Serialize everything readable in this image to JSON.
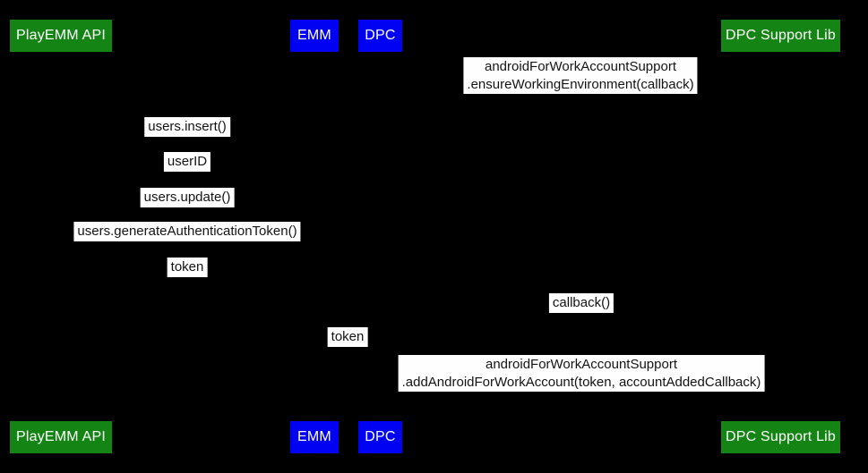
{
  "colors": {
    "background": "#000000",
    "actor_green": "#148414",
    "actor_blue": "#0202f2",
    "actor_text": "#ffffff",
    "label_bg": "#fefefe",
    "label_text": "#141414"
  },
  "actors": [
    {
      "label": "PlayEMM API",
      "color": "green"
    },
    {
      "label": "EMM",
      "color": "blue"
    },
    {
      "label": "DPC",
      "color": "blue"
    },
    {
      "label": "DPC Support Lib",
      "color": "green"
    }
  ],
  "messages": [
    {
      "lines": [
        "androidForWorkAccountSupport",
        ".ensureWorkingEnvironment(callback)"
      ]
    },
    {
      "lines": [
        "users.insert()"
      ]
    },
    {
      "lines": [
        "userID"
      ]
    },
    {
      "lines": [
        "users.update()"
      ]
    },
    {
      "lines": [
        "users.generateAuthenticationToken()"
      ]
    },
    {
      "lines": [
        "token"
      ]
    },
    {
      "lines": [
        "callback()"
      ]
    },
    {
      "lines": [
        "token"
      ]
    },
    {
      "lines": [
        "androidForWorkAccountSupport",
        ".addAndroidForWorkAccount(token, accountAddedCallback)"
      ]
    }
  ]
}
